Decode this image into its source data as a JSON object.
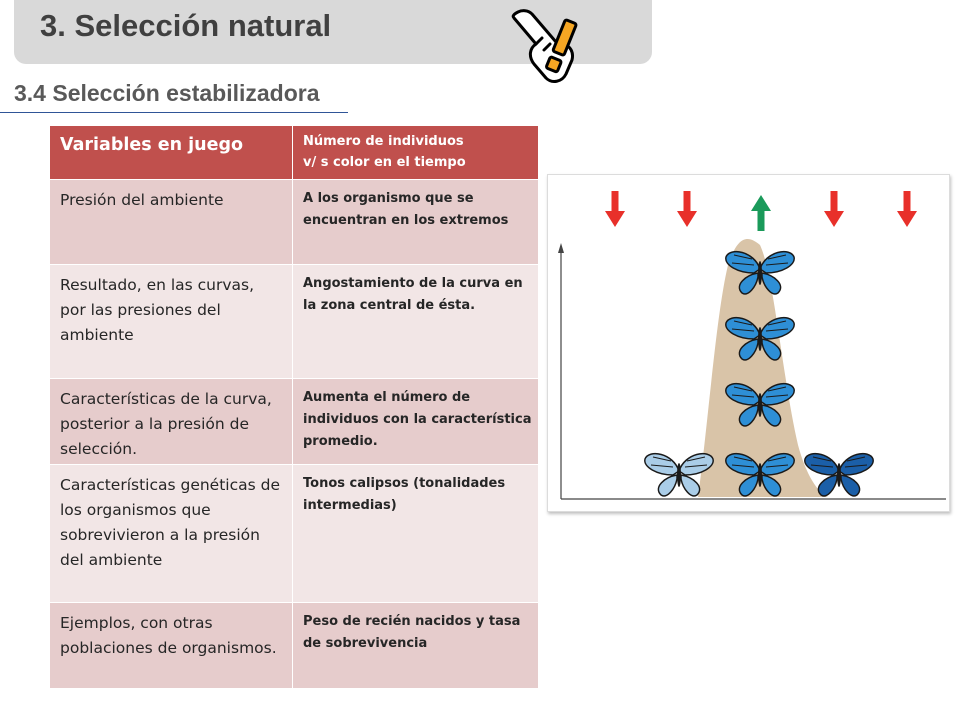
{
  "header": {
    "title": "3. Selección natural",
    "subtitle": "3.4 Selección estabilizadora"
  },
  "icons": {
    "hand": "pointing-hand-exclamation-icon",
    "arrow_down": "red-down-arrow-icon",
    "arrow_up": "green-up-arrow-icon",
    "butterfly": "butterfly-icon"
  },
  "colors": {
    "header_row": "#c0504d",
    "row_dark": "#e6cccc",
    "row_light": "#f2e6e6",
    "arrow_red": "#e8302a",
    "arrow_green": "#1a9a5a",
    "curve": "#d9c4a8",
    "butterfly_light": "#aacde8",
    "butterfly_mid": "#2e8fd6",
    "butterfly_dark": "#1b5fa8"
  },
  "table": {
    "header": {
      "variable": "Variables en juego",
      "value_line1": "Número de individuos",
      "value_line2": "v/ s color en el tiempo"
    },
    "rows": [
      {
        "variable": "Presión del ambiente",
        "value": "A los organismo que se encuentran en los extremos"
      },
      {
        "variable": "Resultado, en las curvas, por las presiones del ambiente",
        "value": "Angostamiento de la curva en la zona central de ésta."
      },
      {
        "variable": "Características de la curva, posterior a la presión de selección.",
        "value": "Aumenta el número de individuos con la característica promedio."
      },
      {
        "variable": "Características genéticas de los organismos que sobrevivieron a la presión del ambiente",
        "value": "Tonos calipsos (tonalidades intermedias)"
      },
      {
        "variable": "Ejemplos, con otras poblaciones de organismos.",
        "value": "Peso de recién nacidos y tasa de sobrevivencia"
      }
    ]
  },
  "figure": {
    "arrows": [
      "down",
      "down",
      "up",
      "down",
      "down"
    ],
    "butterflies": [
      "center",
      "center",
      "center",
      "light",
      "center",
      "dark"
    ]
  }
}
